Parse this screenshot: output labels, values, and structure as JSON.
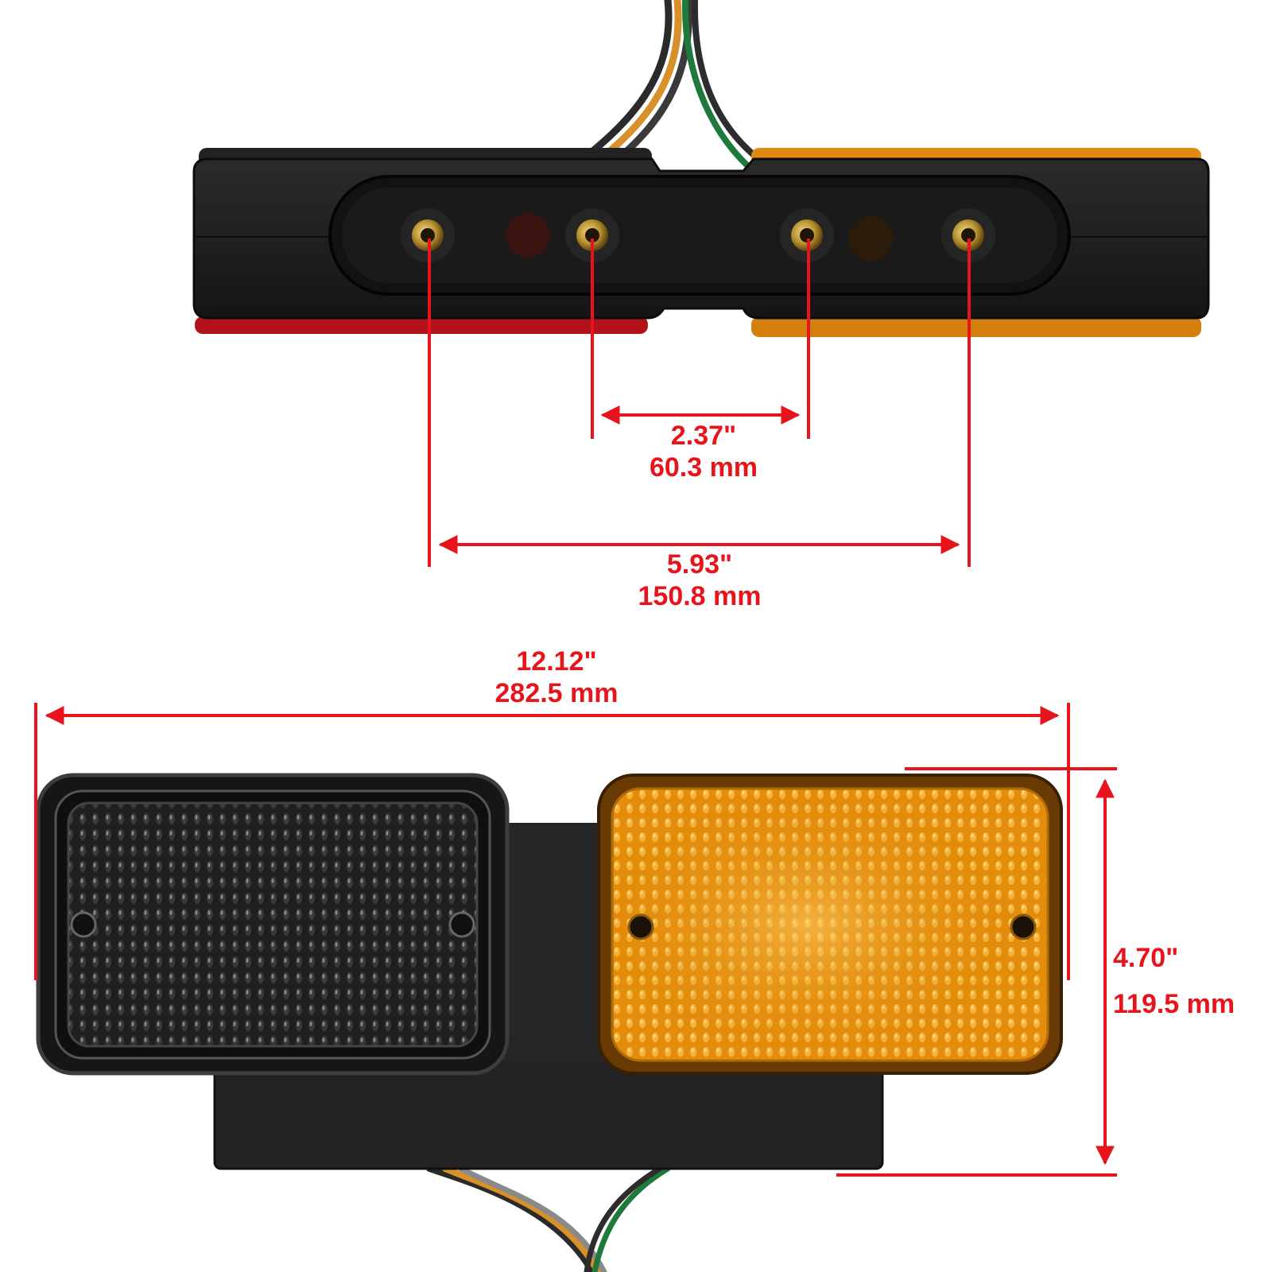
{
  "colors": {
    "dimension_red": "#e8141b",
    "housing_black": "#1c1c1c",
    "amber_lens": "#e89410",
    "smoke_lens": "#2a2a2a",
    "red_lens": "#c0141c"
  },
  "dimensions": {
    "stud_inner": {
      "inches": "2.37\"",
      "mm": "60.3 mm"
    },
    "stud_outer": {
      "inches": "5.93\"",
      "mm": "150.8 mm"
    },
    "overall_width": {
      "inches": "12.12\"",
      "mm": "282.5 mm"
    },
    "overall_height": {
      "inches": "4.70\"",
      "mm": "119.5 mm"
    }
  }
}
